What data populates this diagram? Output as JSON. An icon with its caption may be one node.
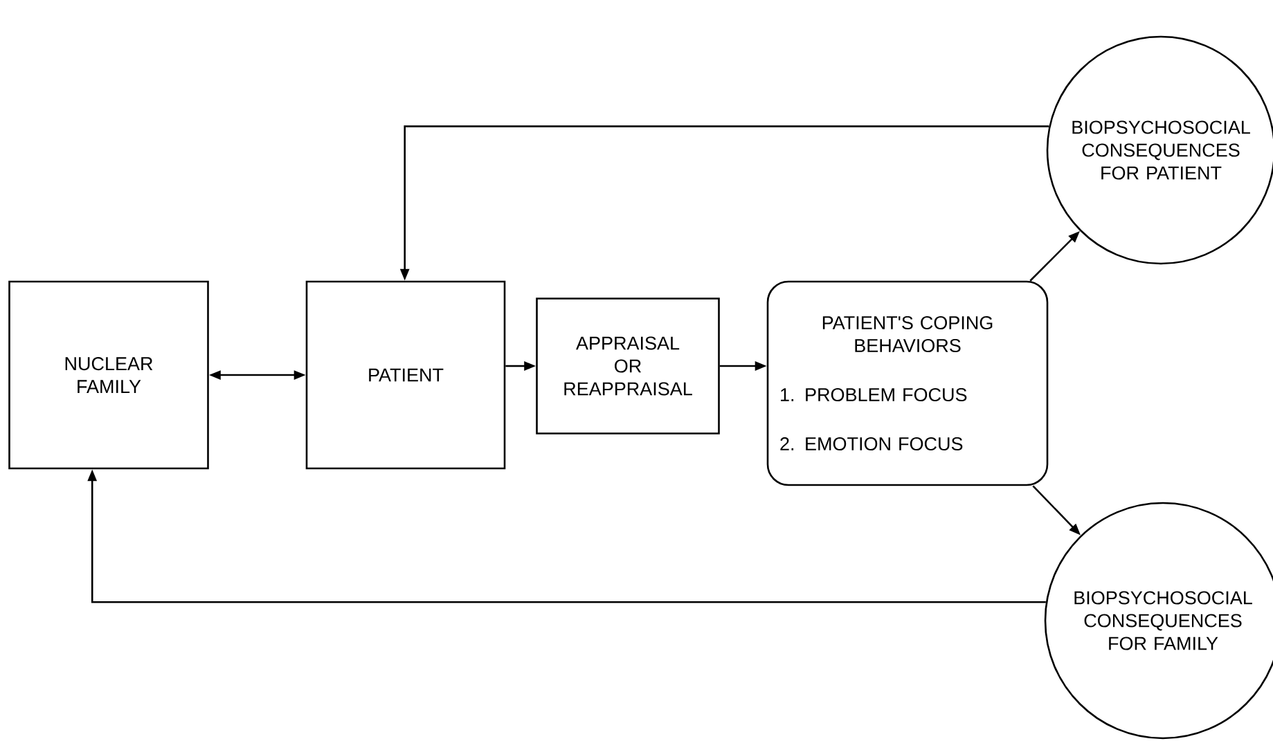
{
  "diagram": {
    "nodes": [
      {
        "text": [
          "NUCLEAR FAMILY"
        ]
      },
      {
        "text": [
          "PATIENT"
        ]
      },
      {
        "text": [
          "APPRAISAL OR REAPPRAISAL"
        ]
      },
      {
        "text": [
          "PATIENT'S COPING BEHAVIORS",
          "1. PROBLEM FOCUS",
          "2. EMOTION FOCUS"
        ]
      },
      {
        "text": [
          "BIOPSYCHOSOCIAL CONSEQUENCES FOR PATIENT"
        ]
      },
      {
        "text": [
          "BIOPSYCHOSOCIAL CONSEQUENCES FOR FAMILY"
        ]
      }
    ],
    "edges": [
      {
        "from": 0,
        "to": 1,
        "arrow": "both"
      },
      {
        "from": 1,
        "to": 2,
        "arrow": "to"
      },
      {
        "from": 2,
        "to": 3,
        "arrow": "to"
      },
      {
        "from": 3,
        "to": 4,
        "arrow": "to"
      },
      {
        "from": 3,
        "to": 5,
        "arrow": "to"
      },
      {
        "from": 4,
        "to": 1,
        "arrow": "to"
      },
      {
        "from": 5,
        "to": 0,
        "arrow": "to"
      }
    ]
  }
}
